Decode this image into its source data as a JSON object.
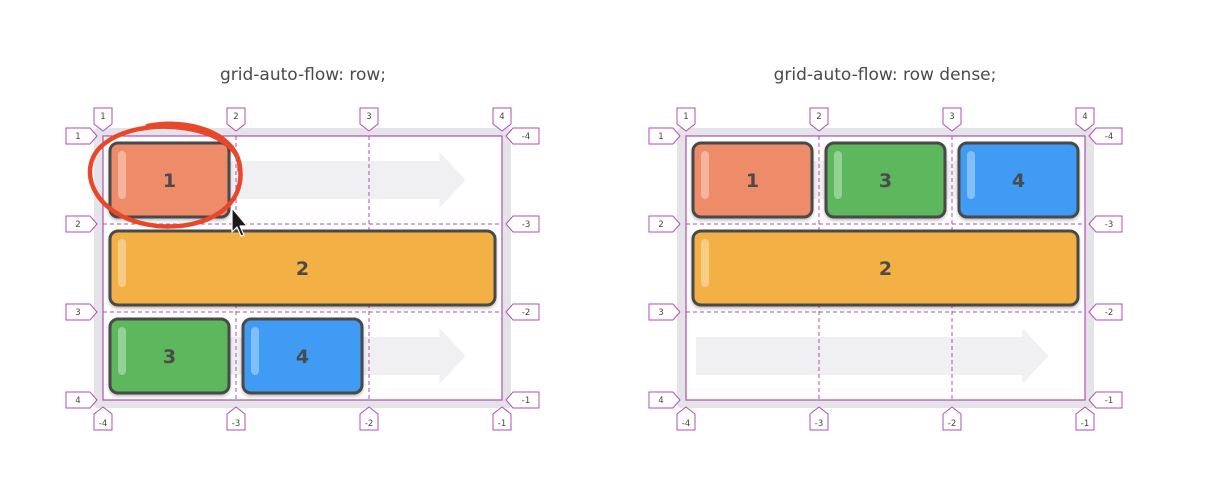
{
  "diagrams": [
    {
      "title": "grid-auto-flow: row;",
      "items": [
        {
          "label": "1",
          "color": "#ee8c6a",
          "col": 1,
          "row": 1,
          "span": 1
        },
        {
          "label": "2",
          "color": "#f3b145",
          "col": 1,
          "row": 2,
          "span": 3
        },
        {
          "label": "3",
          "color": "#5db75d",
          "col": 1,
          "row": 3,
          "span": 1
        },
        {
          "label": "4",
          "color": "#3f9bf5",
          "col": 2,
          "row": 3,
          "span": 1
        }
      ],
      "flow_arrow_rows": [
        1,
        2,
        3
      ],
      "highlight_item": "1"
    },
    {
      "title": "grid-auto-flow: row dense;",
      "items": [
        {
          "label": "1",
          "color": "#ee8c6a",
          "col": 1,
          "row": 1,
          "span": 1
        },
        {
          "label": "3",
          "color": "#5db75d",
          "col": 2,
          "row": 1,
          "span": 1
        },
        {
          "label": "4",
          "color": "#3f9bf5",
          "col": 3,
          "row": 1,
          "span": 1
        },
        {
          "label": "2",
          "color": "#f3b145",
          "col": 1,
          "row": 2,
          "span": 3
        }
      ],
      "flow_arrow_rows": [
        1,
        2,
        3
      ]
    }
  ],
  "line_labels": {
    "top": [
      "1",
      "2",
      "3",
      "4"
    ],
    "bottom": [
      "-4",
      "-3",
      "-2",
      "-1"
    ],
    "left": [
      "1",
      "2",
      "3",
      "4"
    ],
    "right": [
      "-4",
      "-3",
      "-2",
      "-1"
    ]
  },
  "colors": {
    "line": "#b04fb1",
    "container": "#e4e4e8",
    "highlight": "#e8472a",
    "item_border": "#4a4a4a"
  }
}
